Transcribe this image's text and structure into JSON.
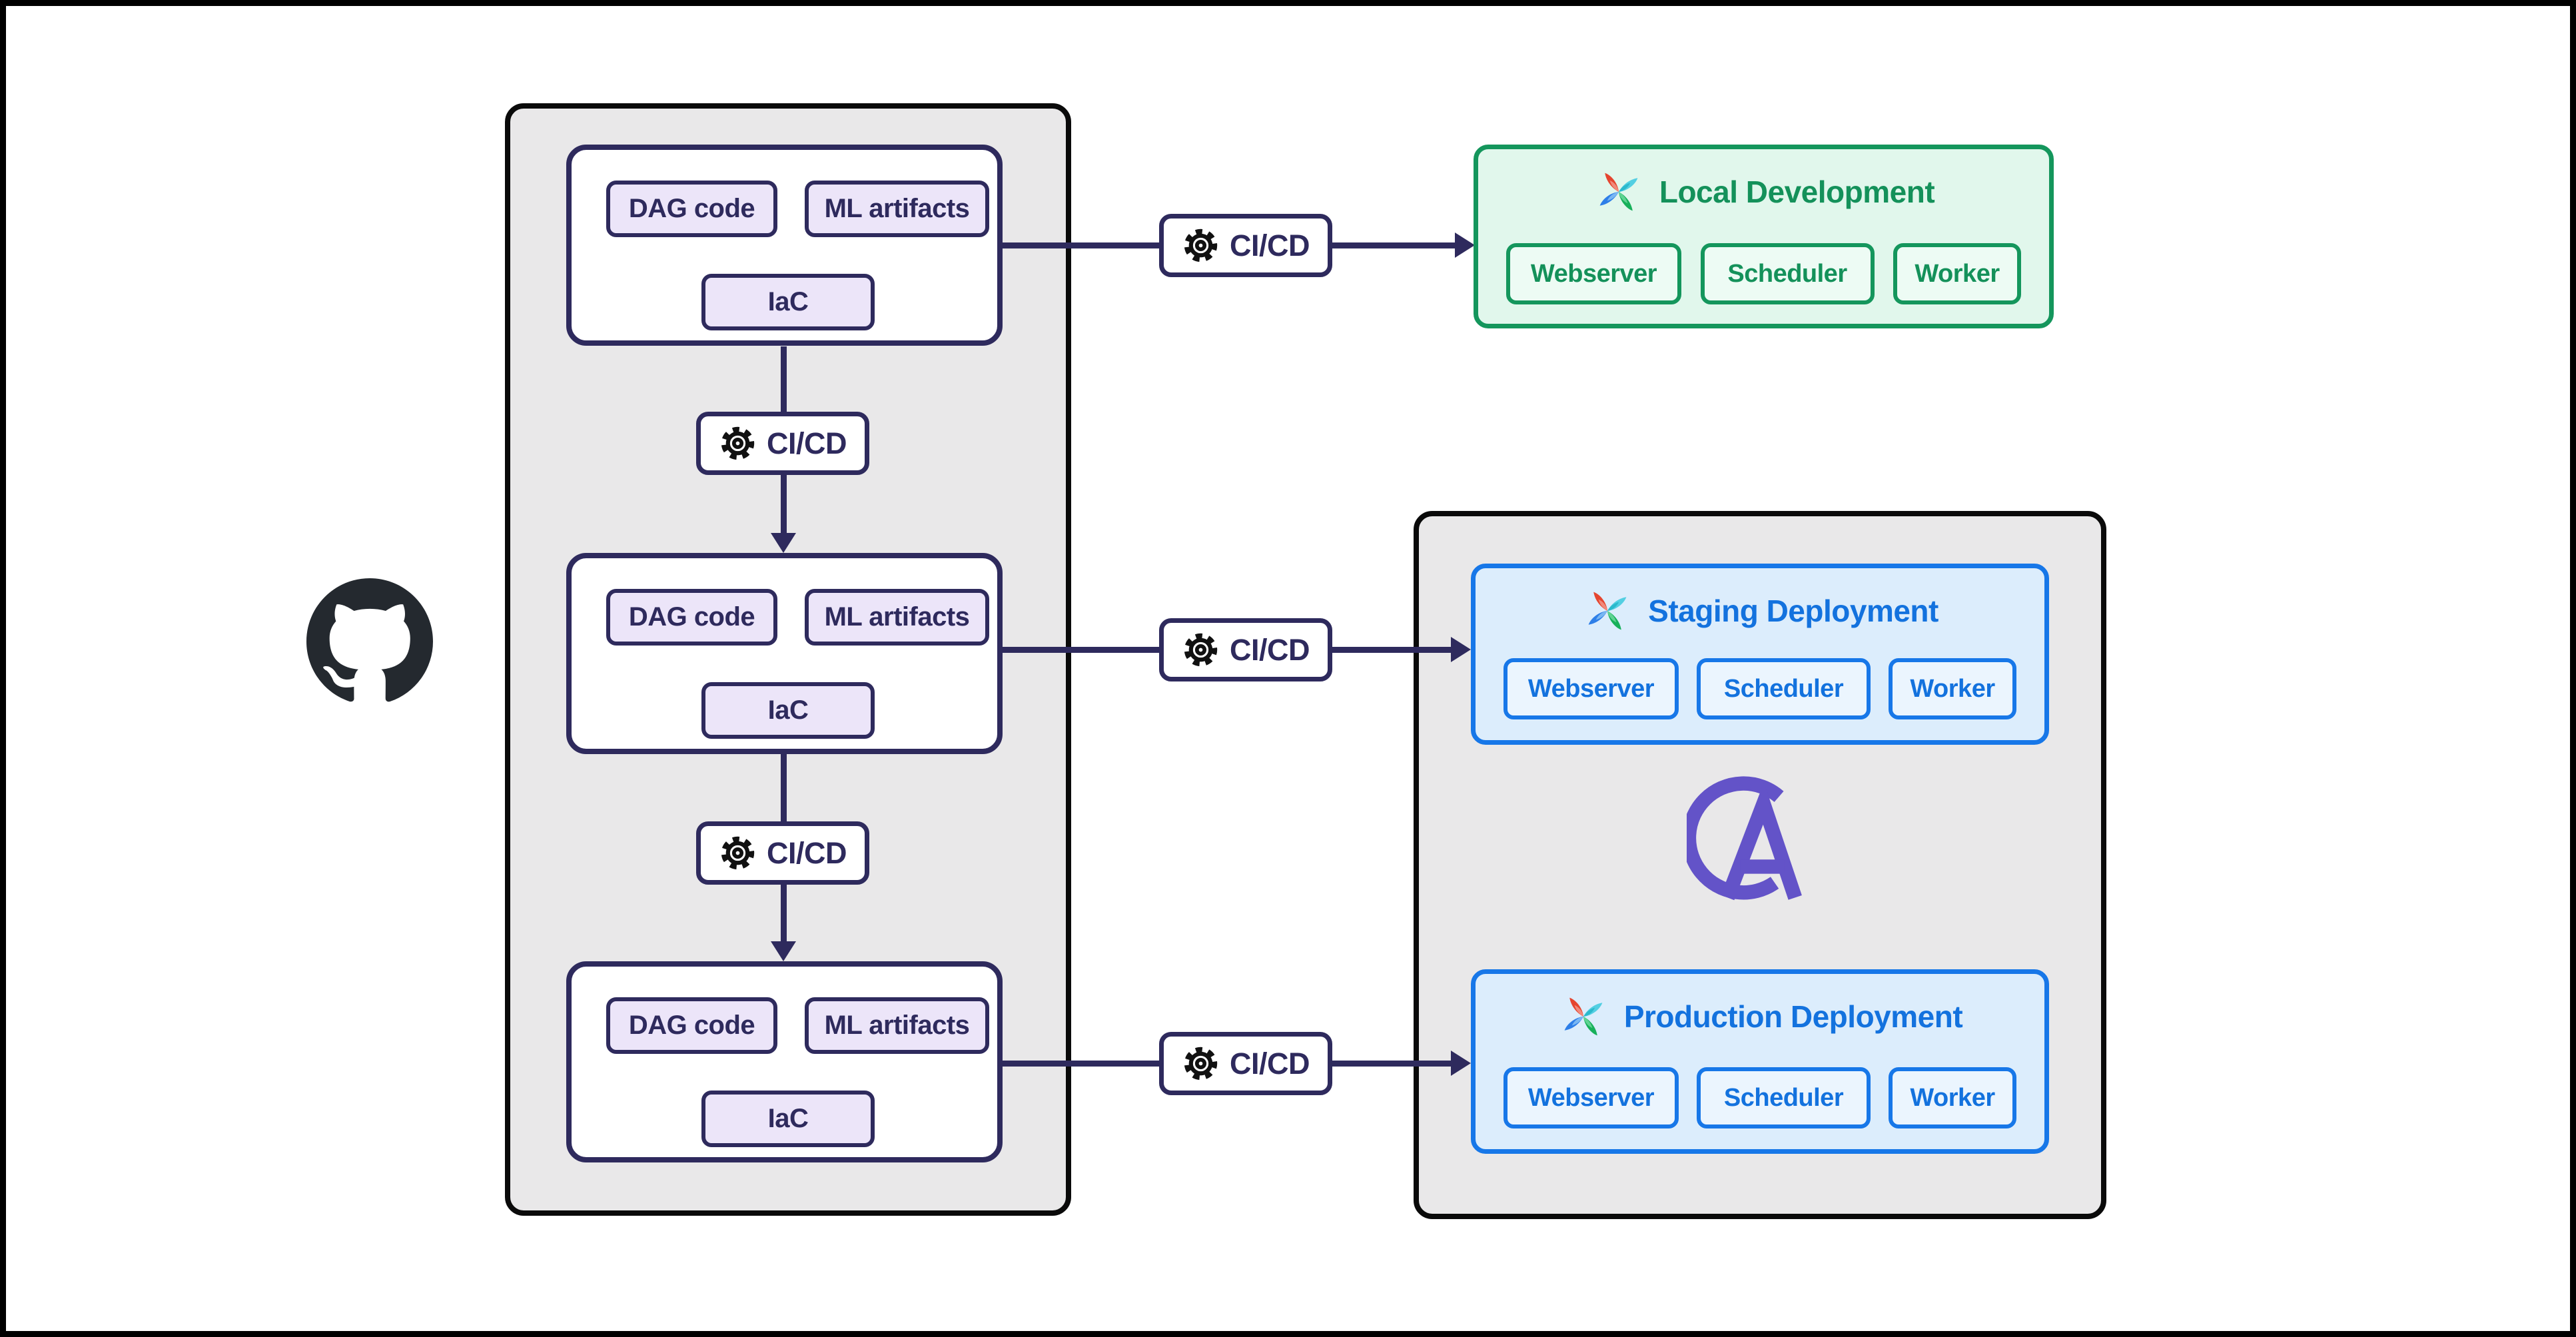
{
  "diagram": {
    "description": "CI/CD flow from GitHub repos to Airflow deployments"
  },
  "icons": {
    "source_control": "github-icon",
    "pipeline": "gear-icon",
    "deployment_brand": "airflow-pinwheel-icon",
    "platform": "astronomer-icon"
  },
  "colors": {
    "navy": "#2e2a5d",
    "container_gray": "#e9e8e9",
    "container_border": "#0a0a0a",
    "pill_lavender": "#ece5f9",
    "green_border": "#14965c",
    "green_text": "#14915a",
    "green_bg": "#e1f7ec",
    "blue_border": "#1777e8",
    "blue_text": "#1372de",
    "blue_bg": "#dcedfc",
    "astro_purple": "#6353c8",
    "github_dark": "#24292f",
    "airflow_red": "#e5452f",
    "airflow_cyan": "#53cfe2",
    "airflow_blue": "#2e7fe8",
    "airflow_green": "#17b05a"
  },
  "source_repos": [
    {
      "pills": [
        "DAG code",
        "ML artifacts",
        "IaC"
      ]
    },
    {
      "pills": [
        "DAG code",
        "ML artifacts",
        "IaC"
      ]
    },
    {
      "pills": [
        "DAG code",
        "ML artifacts",
        "IaC"
      ]
    }
  ],
  "cicd_badges": [
    "CI/CD",
    "CI/CD",
    "CI/CD",
    "CI/CD",
    "CI/CD"
  ],
  "deployments": [
    {
      "title": "Local Development",
      "theme": "green",
      "components": [
        "Webserver",
        "Scheduler",
        "Worker"
      ]
    },
    {
      "title": "Staging Deployment",
      "theme": "blue",
      "components": [
        "Webserver",
        "Scheduler",
        "Worker"
      ]
    },
    {
      "title": "Production Deployment",
      "theme": "blue",
      "components": [
        "Webserver",
        "Scheduler",
        "Worker"
      ]
    }
  ]
}
